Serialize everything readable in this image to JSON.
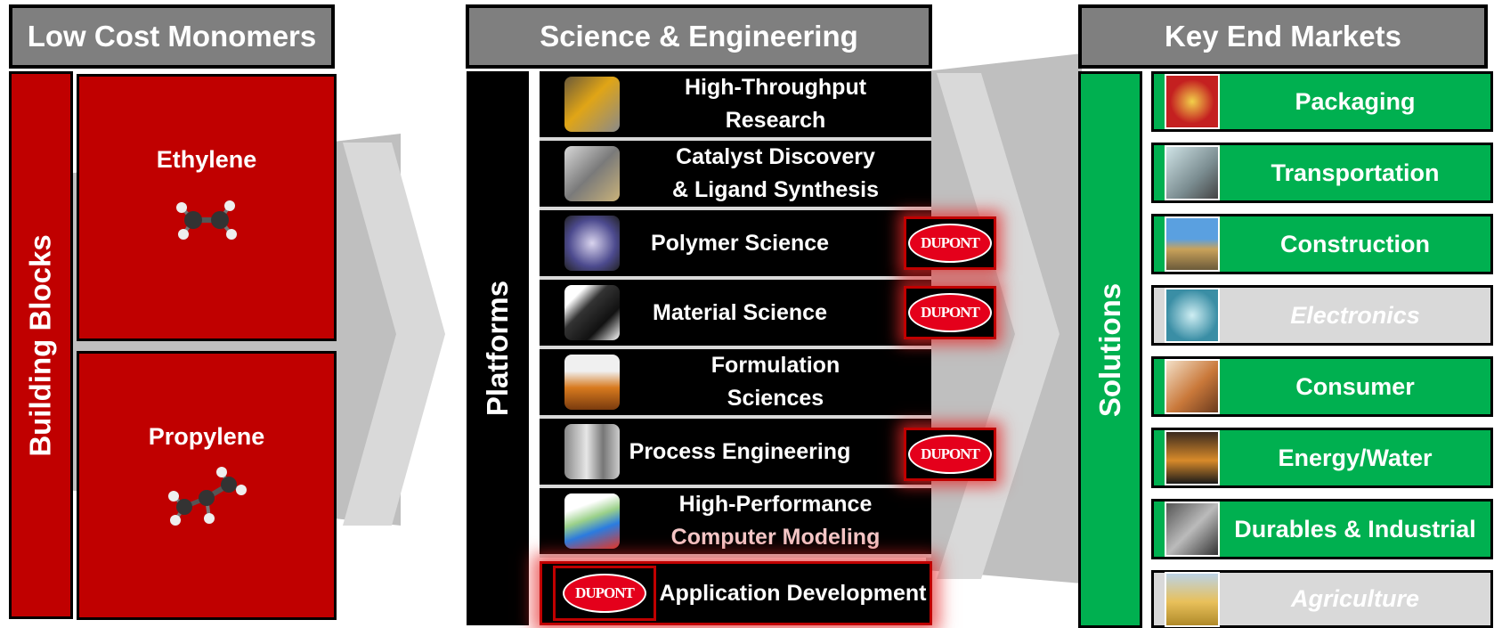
{
  "left": {
    "header": "Low Cost Monomers",
    "side_label": "Building Blocks",
    "monomers": [
      {
        "label": "Ethylene",
        "icon": "ethylene-molecule-icon"
      },
      {
        "label": "Propylene",
        "icon": "propylene-molecule-icon"
      }
    ]
  },
  "middle": {
    "header": "Science & Engineering",
    "side_label": "Platforms",
    "platforms": [
      {
        "line1": "High-Throughput",
        "line2": "Research",
        "icon": "robot-arm-icon"
      },
      {
        "line1": "Catalyst Discovery",
        "line2": "& Ligand Synthesis",
        "icon": "lab-equipment-icon"
      },
      {
        "line1": "Polymer Science",
        "line2": "",
        "icon": "polymer-reactor-icon"
      },
      {
        "line1": "Material Science",
        "line2": "",
        "icon": "material-sheet-icon"
      },
      {
        "line1": "Formulation",
        "line2": "Sciences",
        "icon": "sample-vials-icon"
      },
      {
        "line1": "Process Engineering",
        "line2": "",
        "icon": "process-plant-icon"
      },
      {
        "line1": "High-Performance",
        "line2": "Computer Modeling",
        "icon": "molecular-model-icon"
      }
    ],
    "application": "Application Development",
    "partner_logo": "DUPONT"
  },
  "right": {
    "header": "Key End Markets",
    "side_label": "Solutions",
    "markets": [
      {
        "label": "Packaging",
        "active": true,
        "icon": "packaging-icon"
      },
      {
        "label": "Transportation",
        "active": true,
        "icon": "car-icon"
      },
      {
        "label": "Construction",
        "active": true,
        "icon": "building-icon"
      },
      {
        "label": "Electronics",
        "active": false,
        "icon": "chip-icon"
      },
      {
        "label": "Consumer",
        "active": true,
        "icon": "consumer-icon"
      },
      {
        "label": "Energy/Water",
        "active": true,
        "icon": "oil-rig-icon"
      },
      {
        "label": "Durables & Industrial",
        "active": true,
        "icon": "factory-icon"
      },
      {
        "label": "Agriculture",
        "active": false,
        "icon": "wheat-icon"
      }
    ]
  },
  "colors": {
    "red": "#c00000",
    "green": "#00b050",
    "header_grey": "#7f7f7f",
    "inactive_grey": "#d9d9d9"
  }
}
